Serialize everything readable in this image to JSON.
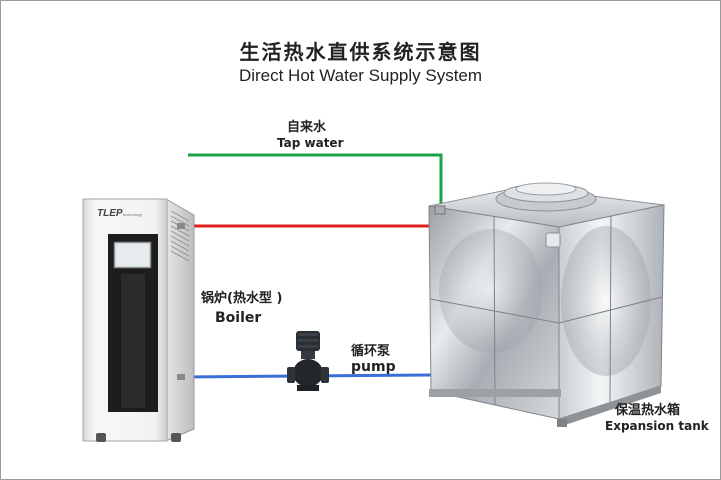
{
  "title": {
    "chinese": "生活热水直供系统示意图",
    "english": "Direct Hot Water Supply System"
  },
  "labels": {
    "tap_water_cn": "自来水",
    "tap_water_en": "Tap water",
    "boiler_cn": "锅炉(热水型 )",
    "boiler_en": "Boiler",
    "pump_cn": "循环泵",
    "pump_en": "pump",
    "tank_cn": "保温热水箱",
    "tank_en": "Expansion tank",
    "brand": "TLEP",
    "brand_sub": "technology"
  },
  "colors": {
    "tap_water_line": "#1aa34a",
    "hot_water_line": "#e02020",
    "return_line": "#3a6fd8"
  }
}
